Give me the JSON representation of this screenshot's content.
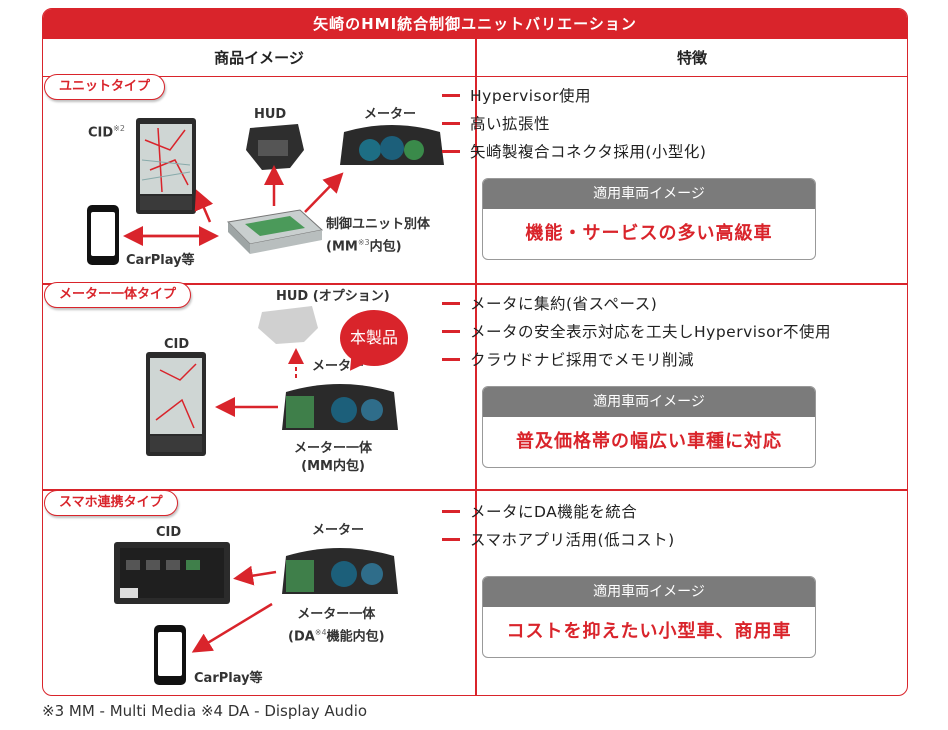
{
  "title": "矢崎のHMI統合制御ユニットバリエーション",
  "headers": {
    "left": "商品イメージ",
    "right": "特徴"
  },
  "rows": [
    {
      "tag": "ユニットタイプ",
      "labels": {
        "cid": "CID",
        "cid_note": "※2",
        "hud": "HUD",
        "meter": "メーター",
        "unit_line1": "制御ユニット別体",
        "unit_line2_a": "(MM",
        "unit_note": "※3",
        "unit_line2_b": "内包)",
        "carplay": "CarPlay等"
      },
      "features": [
        "Hypervisor使用",
        "高い拡張性",
        "矢崎製複合コネクタ採用(小型化)"
      ],
      "vehicle_header": "適用車両イメージ",
      "vehicle_text": "機能・サービスの多い高級車"
    },
    {
      "tag": "メーター一体タイプ",
      "labels": {
        "hud_option": "HUD (オプション)",
        "cid": "CID",
        "meter": "メーター",
        "meter_integrated": "メーター一体",
        "meter_integrated_sub": "(MM内包)",
        "product_badge": "本製品"
      },
      "features": [
        "メータに集約(省スペース)",
        "メータの安全表示対応を工夫しHypervisor不使用",
        "クラウドナビ採用でメモリ削減"
      ],
      "vehicle_header": "適用車両イメージ",
      "vehicle_text": "普及価格帯の幅広い車種に対応"
    },
    {
      "tag": "スマホ連携タイプ",
      "labels": {
        "cid": "CID",
        "meter": "メーター",
        "meter_integrated": "メーター一体",
        "sub_a": "(DA",
        "sub_note": "※4",
        "sub_b": "機能内包)",
        "carplay": "CarPlay等"
      },
      "features": [
        "メータにDA機能を統合",
        "スマホアプリ活用(低コスト)"
      ],
      "vehicle_header": "適用車両イメージ",
      "vehicle_text": "コストを抑えたい小型車、商用車"
    }
  ],
  "footnote": "※3 MM - Multi Media ※4 DA - Display Audio",
  "colors": {
    "accent": "#d9242b",
    "header_gray": "#7b7b7b"
  }
}
